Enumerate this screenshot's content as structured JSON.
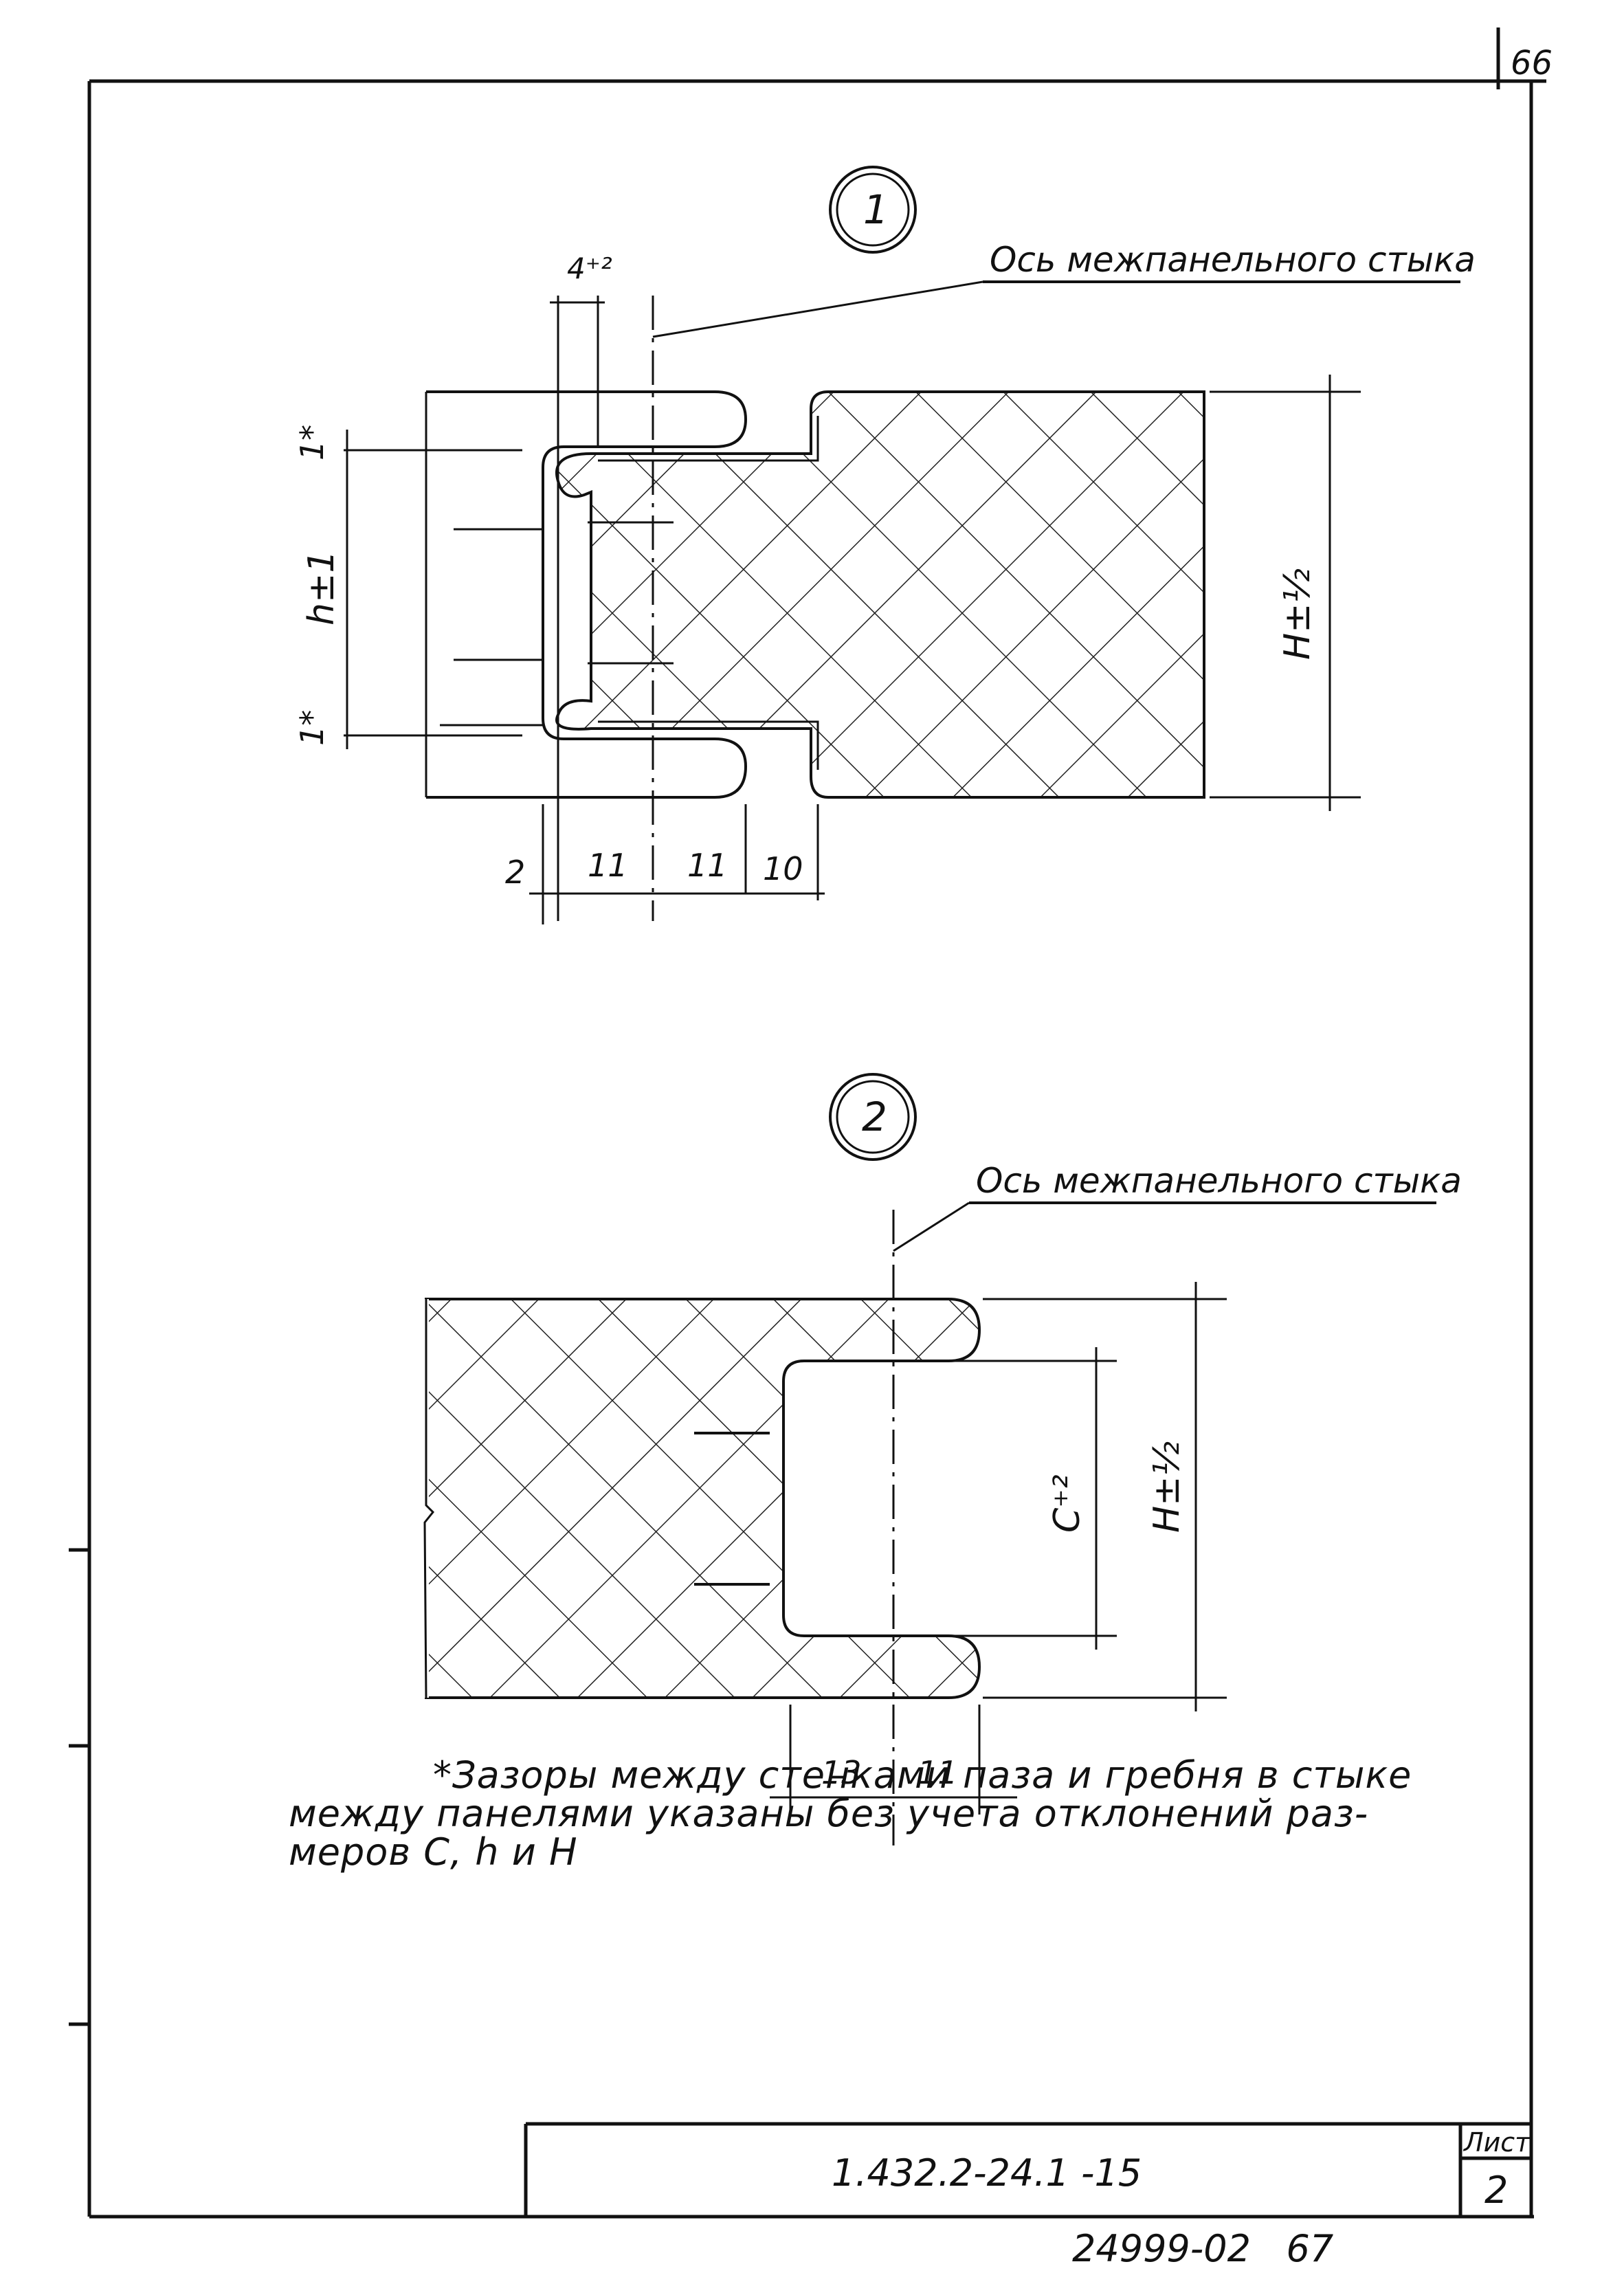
{
  "page_number_top": "66",
  "detail_1": {
    "callout": "1",
    "axis_label": "Ось межпанельного стыка",
    "dim_top": "4⁺²",
    "dim_h": "h±1",
    "dim_H": "H±½",
    "dim_star_top": "1*",
    "dim_star_bottom": "1*",
    "dims_bottom": [
      "2",
      "11",
      "11",
      "10"
    ]
  },
  "detail_2": {
    "callout": "2",
    "axis_label": "Ось межпанельного стыка",
    "dim_C": "C⁺²",
    "dim_H": "H±½",
    "dims_bottom": [
      "13",
      "11"
    ]
  },
  "footnote": {
    "line1": "*Зазоры между стенками паза и гребня в стыке",
    "line2": "между панелями указаны без учета отклонений раз-",
    "line3": "меров  C, h и H"
  },
  "title_block": {
    "doc_code": "1.432.2-24.1 -15",
    "sheet_label": "Лист",
    "sheet_number": "2"
  },
  "archive_number": "24999-02   67"
}
